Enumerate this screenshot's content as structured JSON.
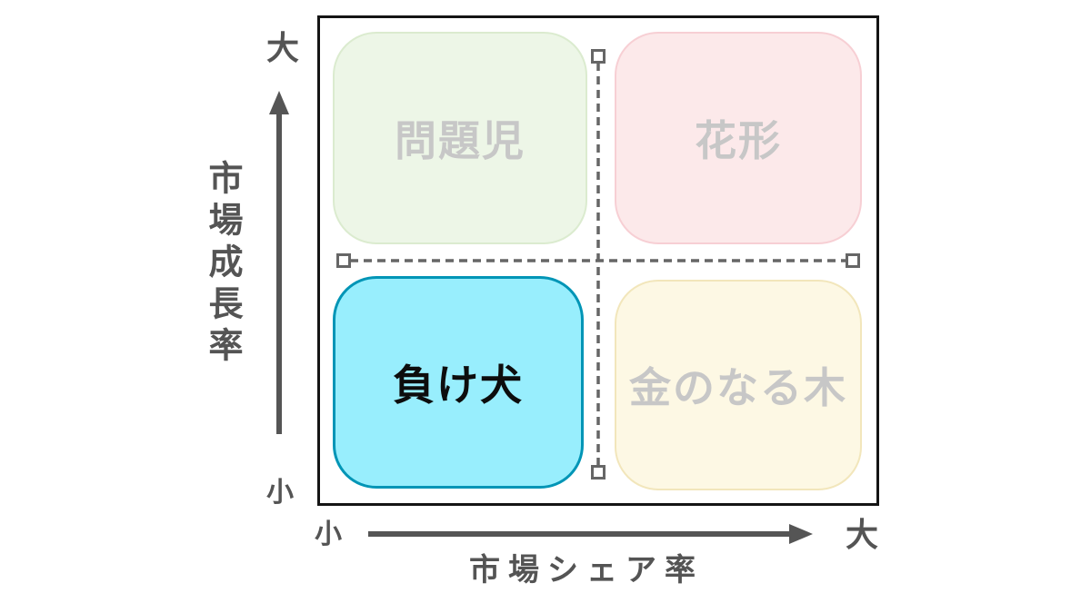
{
  "diagram": {
    "type": "bcg-growth-share-matrix",
    "quadrants": [
      {
        "id": "problem-child",
        "label": "問題児",
        "position": "top-left",
        "fill": "#edf6e7",
        "border": "#dbebcf",
        "label_color": "#c7c7c7",
        "highlighted": false
      },
      {
        "id": "star",
        "label": "花形",
        "position": "top-right",
        "fill": "#fce9ea",
        "border": "#f7cfd4",
        "label_color": "#c7c7c7",
        "highlighted": false
      },
      {
        "id": "dog",
        "label": "負け犬",
        "position": "bottom-left",
        "fill": "#98eefd",
        "border": "#0095b6",
        "label_color": "#0d0d0d",
        "highlighted": true
      },
      {
        "id": "cash-cow",
        "label": "金のなる木",
        "position": "bottom-right",
        "fill": "#fdf8e4",
        "border": "#f2e6bb",
        "label_color": "#c7c7c7",
        "highlighted": false
      }
    ],
    "y_axis": {
      "label": "市場成長率",
      "top_label": "大",
      "bottom_label": "小"
    },
    "x_axis": {
      "label": "市場シェア率",
      "left_label": "小",
      "right_label": "大"
    },
    "colors": {
      "axis_text": "#545454",
      "arrow": "#555555",
      "divider_line": "#666666",
      "divider_handle_fill": "#ffffff",
      "chart_border": "#141414",
      "background": "#ffffff"
    }
  }
}
